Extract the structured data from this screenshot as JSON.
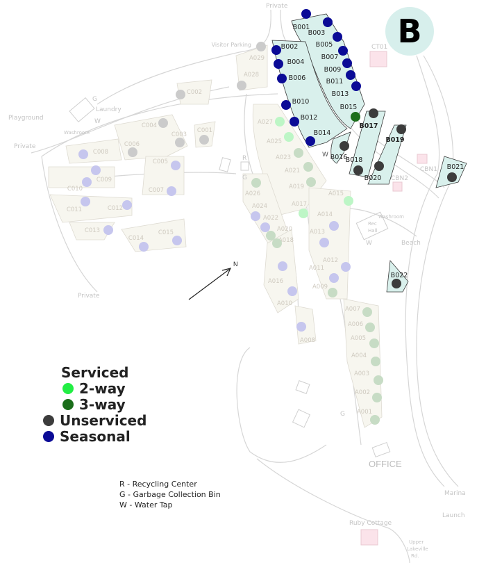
{
  "section_badge": "B",
  "colors": {
    "seasonal": "#0b0b96",
    "unserviced": "#3c3c3c",
    "two_way": "#22ee44",
    "three_way": "#1b6e1b",
    "seasonal_faded": "#c6c6ee",
    "unserviced_faded": "#cbcbcb",
    "two_way_faded": "#bdf6c6",
    "three_way_faded": "#c7dcc5",
    "lot_b": "#d9f0ec",
    "lot_faded": "#f7f6ef",
    "badge_bg": "#d7efec",
    "cabin": "#fbe3ea"
  },
  "legend": {
    "serviced": "Serviced",
    "two_way": "2-way",
    "three_way": "3-way",
    "unserviced": "Unserviced",
    "seasonal": "Seasonal"
  },
  "key": [
    "R - Recycling Center",
    "G - Garbage Collection Bin",
    "W - Water Tap"
  ],
  "places": {
    "private_top": "Private",
    "visitor_parking": "Visitor Parking",
    "playground": "Playground",
    "laundry": "Laundry",
    "washroom_west": "Washroom",
    "private_west": "Private",
    "private_south": "Private",
    "ct01": "CT01",
    "cbn1": "CBN1",
    "cbn2": "CBN2",
    "washroom_east": "Washroom",
    "rec": "Rec",
    "hall": "Hall",
    "beach": "Beach",
    "office": "OFFICE",
    "marina": "Marina",
    "launch": "Launch",
    "ruby_cottage": "Ruby Cottage",
    "upper": "Upper",
    "lakeville": "Lakeville",
    "rd": "Rd.",
    "north": "N",
    "g1": "G",
    "g2": "G",
    "g3": "G",
    "g4": "G",
    "r1": "R",
    "w1": "W",
    "w2": "W",
    "w3": "W"
  },
  "sites": [
    {
      "id": "B001",
      "status": "seasonal"
    },
    {
      "id": "B002",
      "status": "seasonal"
    },
    {
      "id": "B003",
      "status": "seasonal"
    },
    {
      "id": "B004",
      "status": "seasonal"
    },
    {
      "id": "B005",
      "status": "seasonal"
    },
    {
      "id": "B006",
      "status": "seasonal"
    },
    {
      "id": "B007",
      "status": "seasonal"
    },
    {
      "id": "B009",
      "status": "seasonal"
    },
    {
      "id": "B010",
      "status": "seasonal"
    },
    {
      "id": "B011",
      "status": "seasonal"
    },
    {
      "id": "B012",
      "status": "seasonal"
    },
    {
      "id": "B013",
      "status": "seasonal"
    },
    {
      "id": "B014",
      "status": "seasonal"
    },
    {
      "id": "B015",
      "status": "three_way"
    },
    {
      "id": "B016",
      "status": "unserviced"
    },
    {
      "id": "B017",
      "status": "unserviced"
    },
    {
      "id": "B018",
      "status": "unserviced"
    },
    {
      "id": "B019",
      "status": "unserviced"
    },
    {
      "id": "B020",
      "status": "unserviced"
    },
    {
      "id": "B021",
      "status": "unserviced"
    },
    {
      "id": "B022",
      "status": "unserviced"
    },
    {
      "id": "A001",
      "status": "three_way"
    },
    {
      "id": "A002",
      "status": "three_way"
    },
    {
      "id": "A003",
      "status": "three_way"
    },
    {
      "id": "A004",
      "status": "three_way"
    },
    {
      "id": "A005",
      "status": "three_way"
    },
    {
      "id": "A006",
      "status": "three_way"
    },
    {
      "id": "A007",
      "status": "three_way"
    },
    {
      "id": "A008",
      "status": "seasonal"
    },
    {
      "id": "A009",
      "status": "three_way"
    },
    {
      "id": "A010",
      "status": "seasonal"
    },
    {
      "id": "A011",
      "status": "seasonal"
    },
    {
      "id": "A012",
      "status": "seasonal"
    },
    {
      "id": "A013",
      "status": "seasonal"
    },
    {
      "id": "A014",
      "status": "seasonal"
    },
    {
      "id": "A015",
      "status": "two_way"
    },
    {
      "id": "A016",
      "status": "seasonal"
    },
    {
      "id": "A017",
      "status": "two_way"
    },
    {
      "id": "A018",
      "status": "three_way"
    },
    {
      "id": "A019",
      "status": "three_way"
    },
    {
      "id": "A020",
      "status": "three_way"
    },
    {
      "id": "A021",
      "status": "three_way"
    },
    {
      "id": "A022",
      "status": "seasonal"
    },
    {
      "id": "A023",
      "status": "three_way"
    },
    {
      "id": "A024",
      "status": "seasonal"
    },
    {
      "id": "A025",
      "status": "two_way"
    },
    {
      "id": "A026",
      "status": "three_way"
    },
    {
      "id": "A027",
      "status": "two_way"
    },
    {
      "id": "A028",
      "status": "unserviced"
    },
    {
      "id": "A029",
      "status": "unserviced"
    },
    {
      "id": "C001",
      "status": "unserviced"
    },
    {
      "id": "C002",
      "status": "unserviced"
    },
    {
      "id": "C003",
      "status": "unserviced"
    },
    {
      "id": "C004",
      "status": "unserviced"
    },
    {
      "id": "C005",
      "status": "seasonal"
    },
    {
      "id": "C006",
      "status": "unserviced"
    },
    {
      "id": "C007",
      "status": "seasonal"
    },
    {
      "id": "C008",
      "status": "seasonal"
    },
    {
      "id": "C009",
      "status": "seasonal"
    },
    {
      "id": "C010",
      "status": "seasonal"
    },
    {
      "id": "C011",
      "status": "seasonal"
    },
    {
      "id": "C012",
      "status": "seasonal"
    },
    {
      "id": "C013",
      "status": "seasonal"
    },
    {
      "id": "C014",
      "status": "seasonal"
    },
    {
      "id": "C015",
      "status": "seasonal"
    }
  ]
}
